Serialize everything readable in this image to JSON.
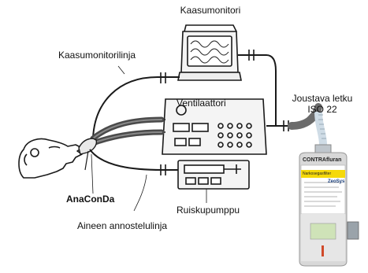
{
  "labels": {
    "gas_monitor": "Kaasumonitori",
    "gas_monitor_line": "Kaasumonitorilinja",
    "ventilator": "Ventilaattori",
    "flexible_hose_line1": "Joustava letku",
    "flexible_hose_line2": "ISO 22",
    "anaconda": "AnaConDa",
    "syringe_pump": "Ruiskupumppu",
    "agent_dosing_line": "Aineen annostelulinja"
  },
  "canister": {
    "brand": "CONTRAfluran",
    "brand_sub": "Narkosegasfilter",
    "maker": "ZeoSys"
  },
  "colors": {
    "line": "#1a1a1a",
    "tube": "#4a4a4a",
    "canister_accent": "#f5d90a",
    "canister_body": "#cfcfcf",
    "flex_hose": "#6b6b6b"
  },
  "icons": [
    "patient-head-icon",
    "gas-monitor-icon",
    "ventilator-icon",
    "syringe-pump-icon",
    "canister-icon"
  ]
}
